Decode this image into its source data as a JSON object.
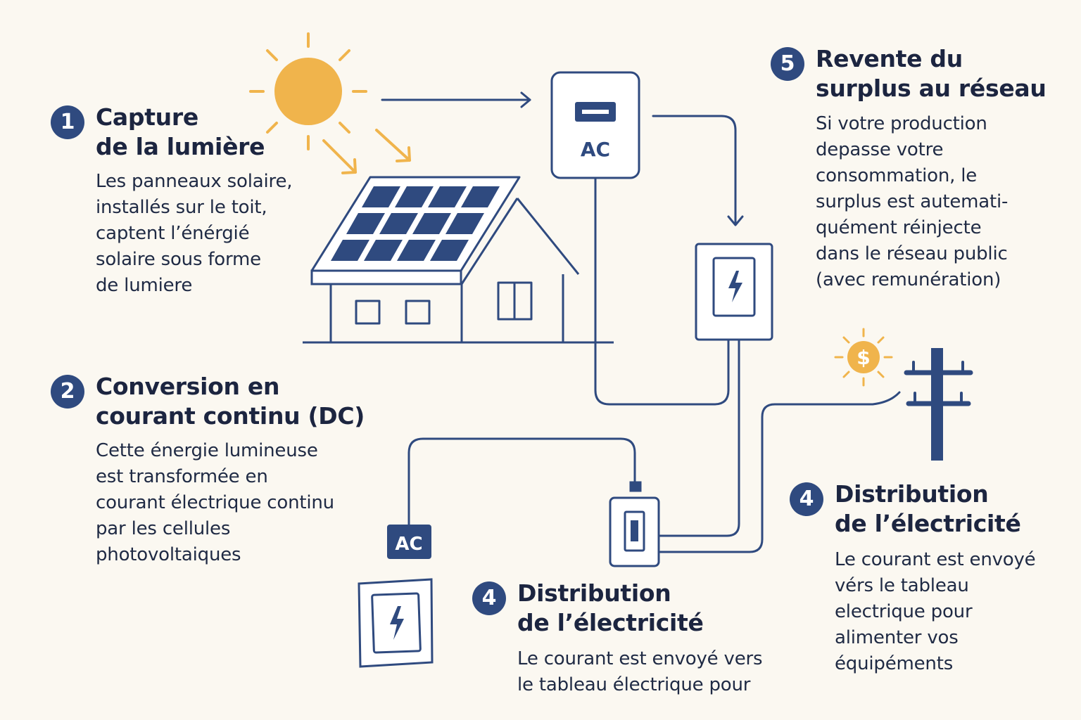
{
  "steps": {
    "capture": {
      "number": "1",
      "title": [
        "Capture",
        "de la lumière"
      ],
      "body": [
        "Les panneaux solaire,",
        "installés sur le toit,",
        "captent l’énérgié",
        "solaire sous forme",
        "de lumiere"
      ]
    },
    "conversion": {
      "number": "2",
      "title": [
        "Conversion en",
        "courant continu (DC)"
      ],
      "body": [
        "Cette énergie lumineuse",
        "est transformée en",
        "courant électrique continu",
        "par les cellules",
        "photovoltaiques"
      ]
    },
    "distribution_bottom": {
      "number": "4",
      "title": [
        "Distribution",
        "de l’électricité"
      ],
      "body": [
        "Le courant est envoyé vers",
        "le tableau électrique pour"
      ]
    },
    "distribution_right": {
      "number": "4",
      "title": [
        "Distribution",
        "de l’électricité"
      ],
      "body": [
        "Le courant est envoyé",
        "vérs le tableau",
        "electrique pour",
        "alimenter vos",
        "équipéments"
      ]
    },
    "resale": {
      "number": "5",
      "title": [
        "Revente du",
        "surplus au réseau"
      ],
      "body": [
        "Si votre production",
        "depasse votre",
        "consommation, le",
        "surplus est autemati-",
        "quément réinjecte",
        "dans le réseau public",
        "(avec remunération)"
      ]
    }
  },
  "devices": {
    "inverter_label": "AC",
    "ac_tag_label": "AC",
    "money_symbol": "$"
  },
  "colors": {
    "navy": "#2f4a7f",
    "sun": "#f0b44c",
    "background": "#fbf8f1",
    "text": "#1f2a44"
  }
}
